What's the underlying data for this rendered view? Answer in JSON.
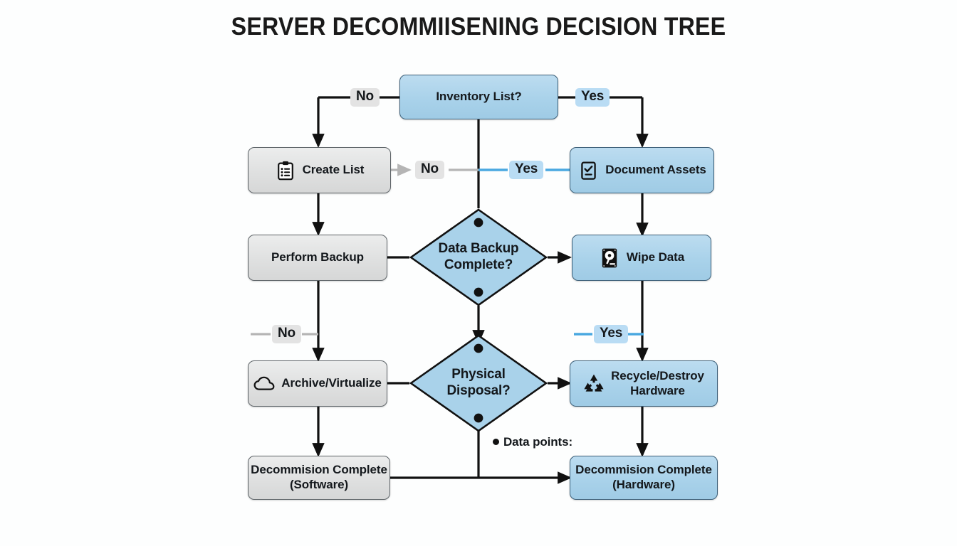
{
  "title": "SERVER DECOMMIISENING DECISION TREE",
  "colors": {
    "blue_fill": "#a9d2ea",
    "blue_border": "#3c5f78",
    "gray_fill": "#dfe0e0",
    "gray_border": "#5e6468",
    "edge_dark": "#111111",
    "edge_gray": "#b5b5b5",
    "edge_blue": "#4aa8e0",
    "label_gray_bg": "#e3e3e3",
    "label_blue_bg": "#b9dcf4",
    "text": "#14181c",
    "background": "#fdfefe"
  },
  "nodes": [
    {
      "id": "inventory-list",
      "label": "Inventory List?",
      "style": "blue",
      "icon": null
    },
    {
      "id": "create-list",
      "label": "Create List",
      "style": "gray",
      "icon": "clipboard-icon"
    },
    {
      "id": "document-assets",
      "label": "Document Assets",
      "style": "blue",
      "icon": "document-check-icon"
    },
    {
      "id": "perform-backup",
      "label": "Perform Backup",
      "style": "gray",
      "icon": null
    },
    {
      "id": "wipe-data",
      "label": "Wipe Data",
      "style": "blue",
      "icon": "hard-drive-icon"
    },
    {
      "id": "archive-virtualize",
      "label": "Archive/Virtualize",
      "style": "gray",
      "icon": "cloud-icon"
    },
    {
      "id": "recycle-destroy",
      "label": "Recycle/Destroy\nHardware",
      "style": "blue",
      "icon": "recycle-icon"
    },
    {
      "id": "decommission-software",
      "label": "Decommision Complete\n(Software)",
      "style": "gray",
      "icon": null
    },
    {
      "id": "decommission-hardware",
      "label": "Decommision Complete\n(Hardware)",
      "style": "blue",
      "icon": null
    }
  ],
  "decisions": [
    {
      "id": "data-backup-complete",
      "label": "Data Backup\nComplete?",
      "dots": 2
    },
    {
      "id": "physical-disposal",
      "label": "Physical\nDisposal?",
      "dots": 2
    }
  ],
  "edge_labels": [
    {
      "id": "inventory-no",
      "text": "No",
      "style": "gray"
    },
    {
      "id": "inventory-yes",
      "text": "Yes",
      "style": "blue"
    },
    {
      "id": "backup-no",
      "text": "No",
      "style": "gray"
    },
    {
      "id": "backup-yes",
      "text": "Yes",
      "style": "blue"
    },
    {
      "id": "disposal-no",
      "text": "No",
      "style": "gray"
    },
    {
      "id": "disposal-yes",
      "text": "Yes",
      "style": "blue"
    }
  ],
  "annotations": [
    {
      "id": "data-points-note",
      "text": "Data points:"
    }
  ]
}
